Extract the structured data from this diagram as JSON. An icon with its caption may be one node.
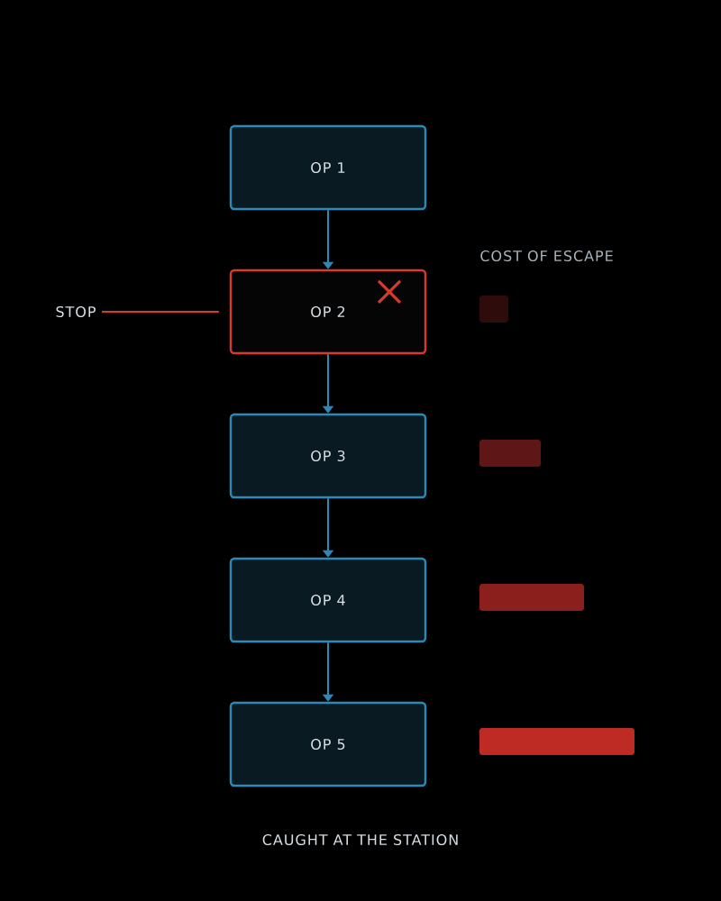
{
  "diagram": {
    "caption": "CAUGHT AT THE STATION",
    "nodes": [
      {
        "text": [
          "OP 1"
        ]
      },
      {
        "text": [
          "OP 2"
        ]
      },
      {
        "text": [
          "OP 3"
        ]
      },
      {
        "text": [
          "OP 4"
        ]
      },
      {
        "text": [
          "OP 5"
        ]
      },
      {
        "text": [
          "STOP"
        ]
      },
      {
        "text": [],
        "shape": "bar"
      },
      {
        "text": [],
        "shape": "bar"
      },
      {
        "text": [],
        "shape": "bar"
      },
      {
        "text": [],
        "shape": "bar"
      }
    ],
    "edges": [
      {
        "from": 0,
        "to": 1,
        "arrow": "to"
      },
      {
        "from": 1,
        "to": 2,
        "arrow": "to"
      },
      {
        "from": 2,
        "to": 3,
        "arrow": "to"
      },
      {
        "from": 3,
        "to": 4,
        "arrow": "to"
      },
      {
        "from": 5,
        "to": 1,
        "arrow": "none",
        "color": "#d83a30"
      }
    ],
    "labels": [
      "COST OF ESCAPE"
    ]
  }
}
